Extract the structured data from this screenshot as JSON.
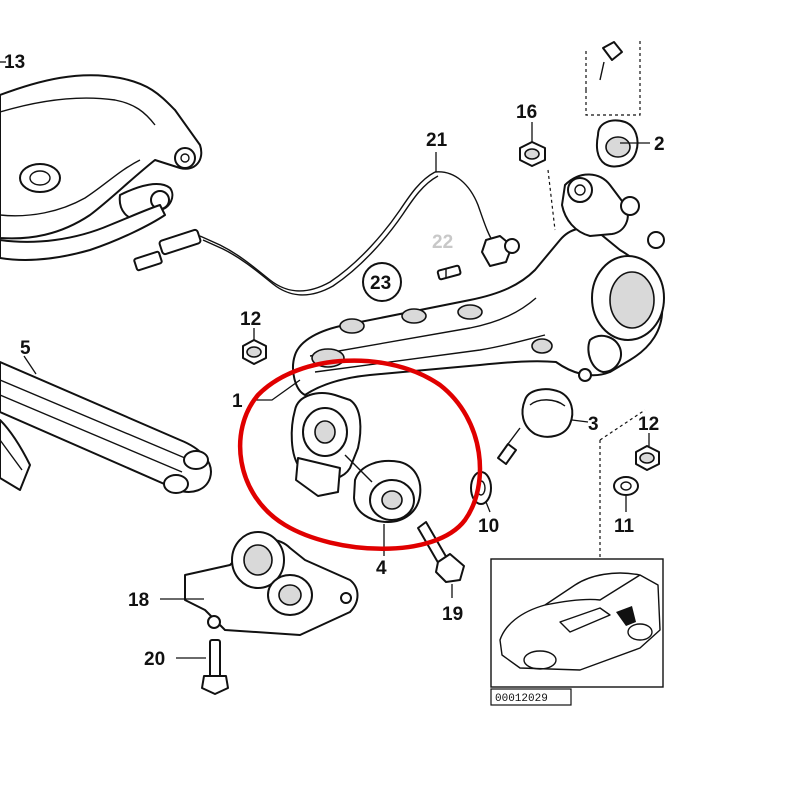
{
  "labels": {
    "p13": "13",
    "p21": "21",
    "p16": "16",
    "p2": "2",
    "p22": "22",
    "p23": "23",
    "p12a": "12",
    "p5": "5",
    "p1": "1",
    "p3": "3",
    "p12b": "12",
    "p10": "10",
    "p11": "11",
    "p4": "4",
    "p18": "18",
    "p19": "19",
    "p20": "20"
  },
  "inset": {
    "ref": "00012029"
  },
  "colors": {
    "highlight": "#e00000",
    "line": "#111111",
    "muted_label": "#c8c8c8"
  }
}
